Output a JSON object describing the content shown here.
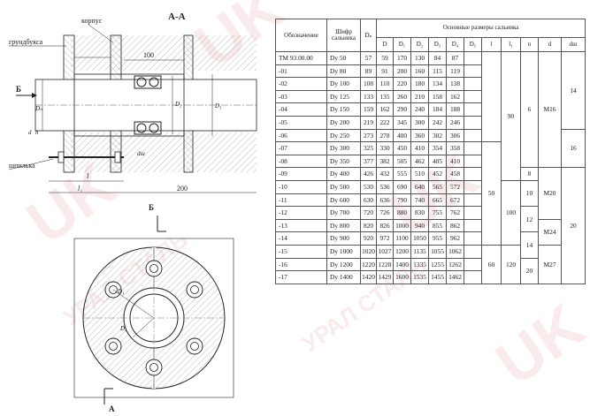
{
  "watermark": {
    "brand": "УРАЛ СТАЛЬ",
    "logo": "UK"
  },
  "drawing": {
    "section_title": "А-А",
    "labels": {
      "body": "корпус",
      "gland": "грундбукса",
      "stud": "шпилька",
      "b_arrow": "Б",
      "a_arrow": "А",
      "dim_100": "100",
      "dim_200": "200",
      "dim_l": "l",
      "dim_l1": "l₁",
      "dim_dn": "Dₙ",
      "dim_d2": "D₂",
      "dim_d3": "D₃",
      "dim_d": "d",
      "dim_n": "n",
      "dim_dw": "dш",
      "dim_d1": "D₁",
      "dim_d4": "D₄",
      "view_b": "Б"
    }
  },
  "table": {
    "headers": {
      "designation": "Обозначение",
      "cipher": "Шифр сальника",
      "dn": "Dₙ",
      "main_dims": "Основные размеры сальника",
      "d": "D",
      "d1": "D₁",
      "d2": "D₂",
      "d3": "D₃",
      "d4": "D₄",
      "d5": "D₅",
      "l": "l",
      "l1": "l₁",
      "n": "n",
      "dd": "d",
      "dsh": "dш"
    },
    "rows": [
      {
        "des": "ТМ 93.00.00",
        "cip": "Dу 50",
        "dn": "57",
        "d": "59",
        "d1": "170",
        "d2": "130",
        "d3": "84",
        "d4": "87"
      },
      {
        "des": "-01",
        "cip": "Dу 80",
        "dn": "89",
        "d": "91",
        "d1": "200",
        "d2": "160",
        "d3": "115",
        "d4": "119"
      },
      {
        "des": "-02",
        "cip": "Dу 100",
        "dn": "108",
        "d": "110",
        "d1": "220",
        "d2": "180",
        "d3": "134",
        "d4": "138"
      },
      {
        "des": "-03",
        "cip": "Dу 125",
        "dn": "133",
        "d": "135",
        "d1": "260",
        "d2": "210",
        "d3": "158",
        "d4": "162"
      },
      {
        "des": "-04",
        "cip": "Dу 150",
        "dn": "159",
        "d": "162",
        "d1": "290",
        "d2": "240",
        "d3": "184",
        "d4": "188"
      },
      {
        "des": "-05",
        "cip": "Dу 200",
        "dn": "219",
        "d": "222",
        "d1": "345",
        "d2": "300",
        "d3": "242",
        "d4": "246"
      },
      {
        "des": "-06",
        "cip": "Dу 250",
        "dn": "273",
        "d": "278",
        "d1": "400",
        "d2": "360",
        "d3": "302",
        "d4": "306"
      },
      {
        "des": "-07",
        "cip": "Dу 300",
        "dn": "325",
        "d": "330",
        "d1": "450",
        "d2": "410",
        "d3": "354",
        "d4": "358"
      },
      {
        "des": "-08",
        "cip": "Dу 350",
        "dn": "377",
        "d": "382",
        "d1": "505",
        "d2": "462",
        "d3": "405",
        "d4": "410"
      },
      {
        "des": "-09",
        "cip": "Dу 400",
        "dn": "426",
        "d": "432",
        "d1": "555",
        "d2": "510",
        "d3": "452",
        "d4": "458"
      },
      {
        "des": "-10",
        "cip": "Dу 500",
        "dn": "530",
        "d": "536",
        "d1": "690",
        "d2": "640",
        "d3": "565",
        "d4": "572"
      },
      {
        "des": "-11",
        "cip": "Dу 600",
        "dn": "630",
        "d": "636",
        "d1": "790",
        "d2": "740",
        "d3": "665",
        "d4": "672"
      },
      {
        "des": "-12",
        "cip": "Dу 700",
        "dn": "720",
        "d": "726",
        "d1": "880",
        "d2": "830",
        "d3": "755",
        "d4": "762"
      },
      {
        "des": "-13",
        "cip": "Dу 800",
        "dn": "820",
        "d": "826",
        "d1": "1000",
        "d2": "940",
        "d3": "855",
        "d4": "862"
      },
      {
        "des": "-14",
        "cip": "Dу 900",
        "dn": "920",
        "d": "972",
        "d1": "1100",
        "d2": "1050",
        "d3": "955",
        "d4": "962"
      },
      {
        "des": "-15",
        "cip": "Dу 1000",
        "dn": "1020",
        "d": "1027",
        "d1": "1200",
        "d2": "1135",
        "d3": "1055",
        "d4": "1062"
      },
      {
        "des": "-16",
        "cip": "Dу 1200",
        "dn": "1220",
        "d": "1228",
        "d1": "1400",
        "d2": "1335",
        "d3": "1255",
        "d4": "1262"
      },
      {
        "des": "-17",
        "cip": "Dу 1400",
        "dn": "1420",
        "d": "1429",
        "d1": "1600",
        "d2": "1535",
        "d3": "1455",
        "d4": "1462"
      }
    ],
    "merged": {
      "l_50": "50",
      "l_60": "60",
      "l1_90": "90",
      "l1_100": "100",
      "l1_120": "120",
      "n_6": "6",
      "n_8": "8",
      "n_10": "10",
      "n_12": "12",
      "n_14": "14",
      "n_20": "20",
      "d_m16": "M16",
      "d_m20": "M20",
      "d_m24": "M24",
      "d_m27": "M27",
      "dsh_14": "14",
      "dsh_16": "16",
      "dsh_20": "20"
    }
  }
}
